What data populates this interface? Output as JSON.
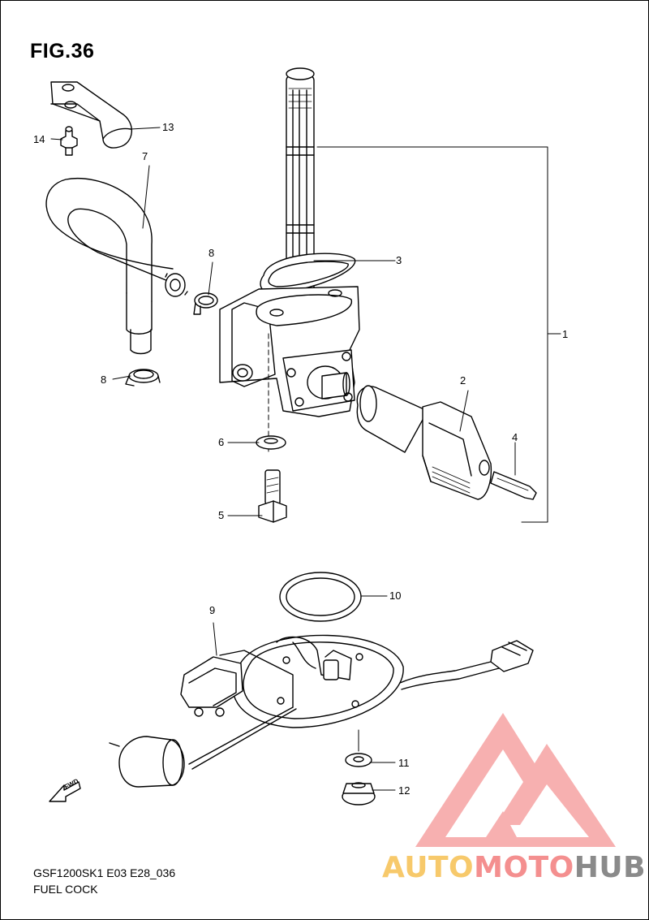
{
  "figure_title": "FIG.36",
  "model_code": "GSF1200SK1 E03 E28_036",
  "caption": "FUEL COCK",
  "fwd_label": "FWD",
  "callouts": [
    "1",
    "2",
    "3",
    "4",
    "5",
    "6",
    "7",
    "8",
    "8",
    "9",
    "10",
    "11",
    "12",
    "13",
    "14"
  ],
  "watermark": {
    "part_a": "AUTO",
    "part_b": "MOTO",
    "part_c": "HUB"
  },
  "colors": {
    "line": "#000000",
    "watermark_yellow": "#f7c96b",
    "watermark_red": "#f48f8f",
    "watermark_gray": "#8a8a8a"
  }
}
